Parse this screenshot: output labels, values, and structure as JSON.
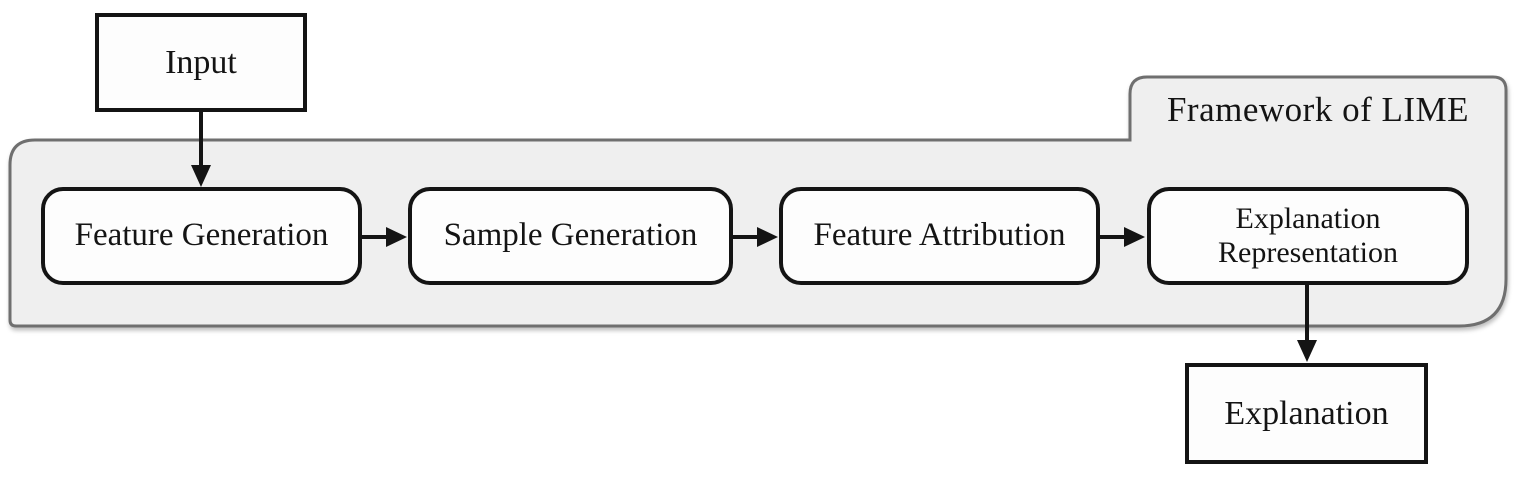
{
  "diagram": {
    "frame_label": "Framework of LIME",
    "nodes": [
      {
        "id": "input",
        "label": "Input"
      },
      {
        "id": "feature-generation",
        "label": "Feature Generation"
      },
      {
        "id": "sample-generation",
        "label": "Sample Generation"
      },
      {
        "id": "feature-attribution",
        "label": "Feature Attribution"
      },
      {
        "id": "explanation-representation",
        "label": "Explanation Representation"
      },
      {
        "id": "explanation",
        "label": "Explanation"
      }
    ],
    "edges": [
      {
        "from": "input",
        "to": "feature-generation",
        "direction": "down"
      },
      {
        "from": "feature-generation",
        "to": "sample-generation",
        "direction": "right"
      },
      {
        "from": "sample-generation",
        "to": "feature-attribution",
        "direction": "right"
      },
      {
        "from": "feature-attribution",
        "to": "explanation-representation",
        "direction": "right"
      },
      {
        "from": "explanation-representation",
        "to": "explanation",
        "direction": "down"
      }
    ],
    "colors": {
      "frame_fill": "#efefef",
      "frame_border": "#6f6f6f",
      "node_fill": "#fdfdfd",
      "node_border": "#141414",
      "arrow": "#141414",
      "text": "#141414"
    }
  }
}
